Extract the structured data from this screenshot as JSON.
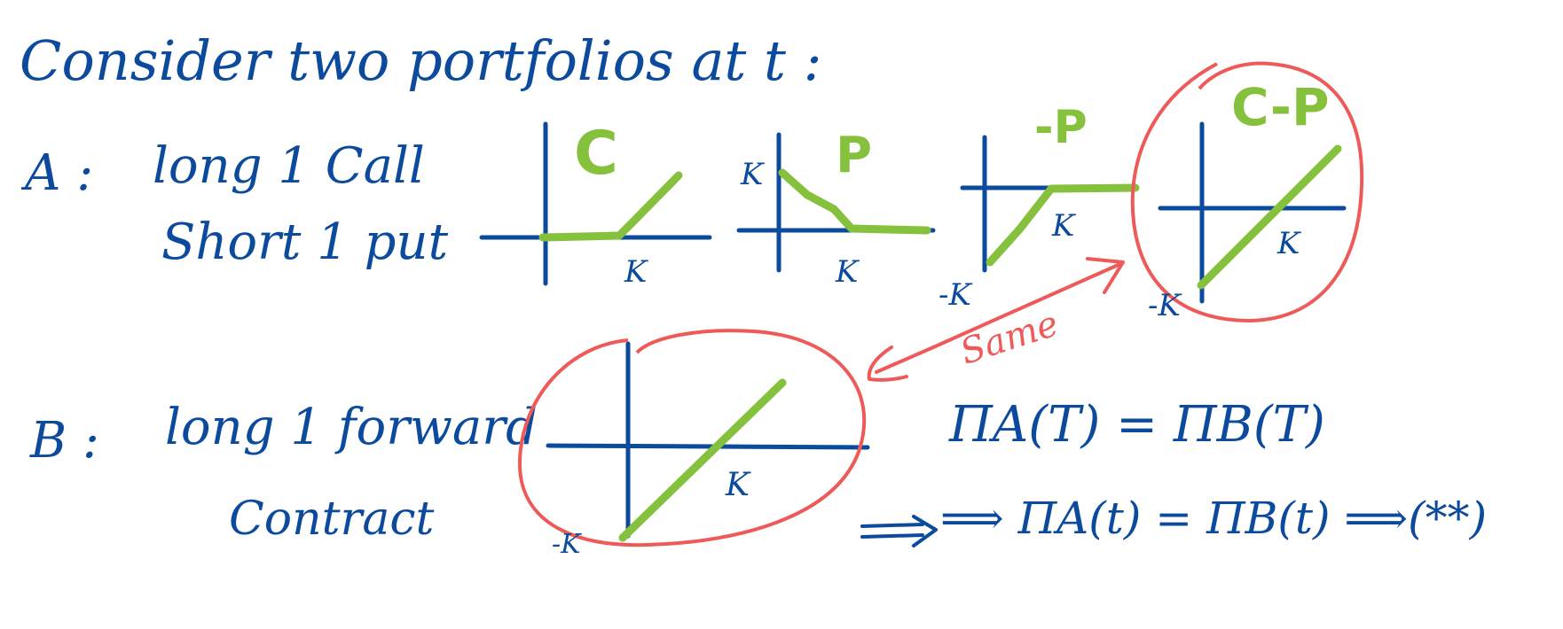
{
  "heading": "Consider two portfolios at t :",
  "portfolio_a": {
    "label": "A :",
    "line1": "long 1 Call",
    "line2": "Short 1 put"
  },
  "portfolio_b": {
    "label": "B :",
    "line1": "long 1 forward",
    "line2": "Contract"
  },
  "graphs": {
    "call": {
      "title": "C",
      "k_label": "K"
    },
    "put": {
      "title": "P",
      "k_label_axis": "K",
      "k_label": "K"
    },
    "neg_put": {
      "title": "-P",
      "k_label": "K",
      "neg_k_label": "-K"
    },
    "call_minus_put": {
      "title": "C-P",
      "k_label": "K",
      "neg_k_label": "-K"
    },
    "forward": {
      "k_label": "K",
      "neg_k_label": "-K"
    }
  },
  "same_label": "Same",
  "equations": {
    "eq1": "ΠA(T) = ΠB(T)",
    "eq2": "⟹ ΠA(t) = ΠB(t) ⟹(**)"
  },
  "colors": {
    "ink": "#0b4a9c",
    "payoff": "#85c13d",
    "highlight": "#ee5a59"
  }
}
